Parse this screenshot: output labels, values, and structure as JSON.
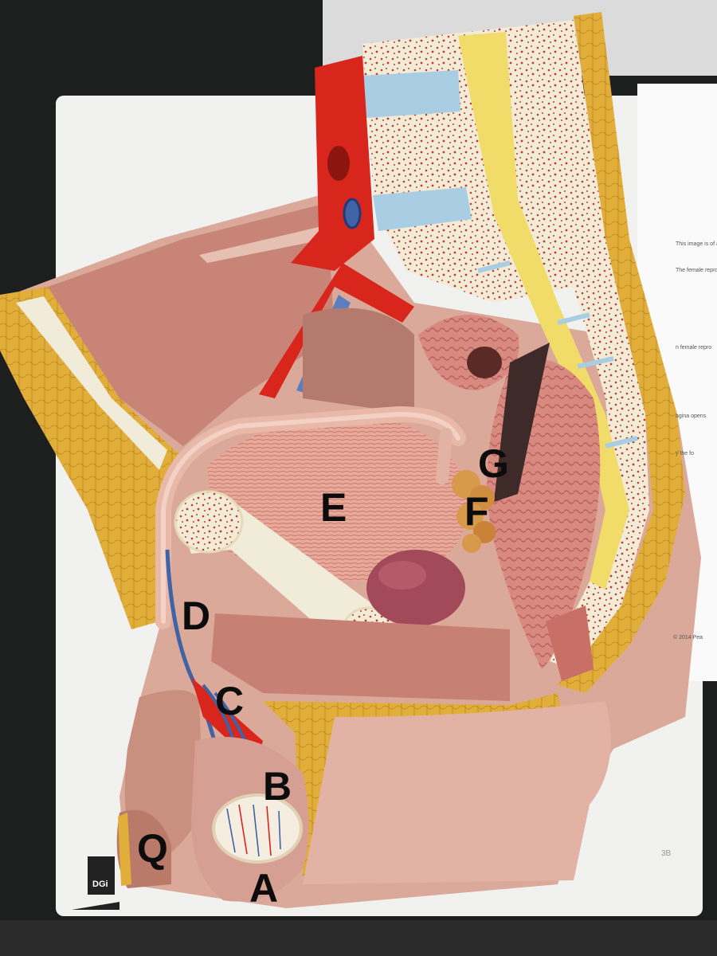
{
  "labels": {
    "a": "A",
    "b": "B",
    "c": "C",
    "d": "D",
    "e": "E",
    "f": "F",
    "g": "G",
    "q": "Q"
  },
  "logo": {
    "text": "DGi"
  },
  "board_mark": "3B",
  "sheet": {
    "line1": "This image is of a",
    "line2": "The female repro",
    "line3": "n female repro",
    "line4": "agina opens",
    "line5": "y the fo",
    "line6": "© 2014 Pea"
  },
  "colors": {
    "background": "#1c1f1e",
    "board": "#f1f1ef",
    "skin": "#dba99a",
    "muscle": "#c88577",
    "fat": "#e2ae3a",
    "bone": "#f2ebd6",
    "artery": "#d8261c",
    "vein": "#3f63a4",
    "disc": "#a9cde3",
    "nerve": "#f1dc6a",
    "label": "#0c0c0c"
  }
}
